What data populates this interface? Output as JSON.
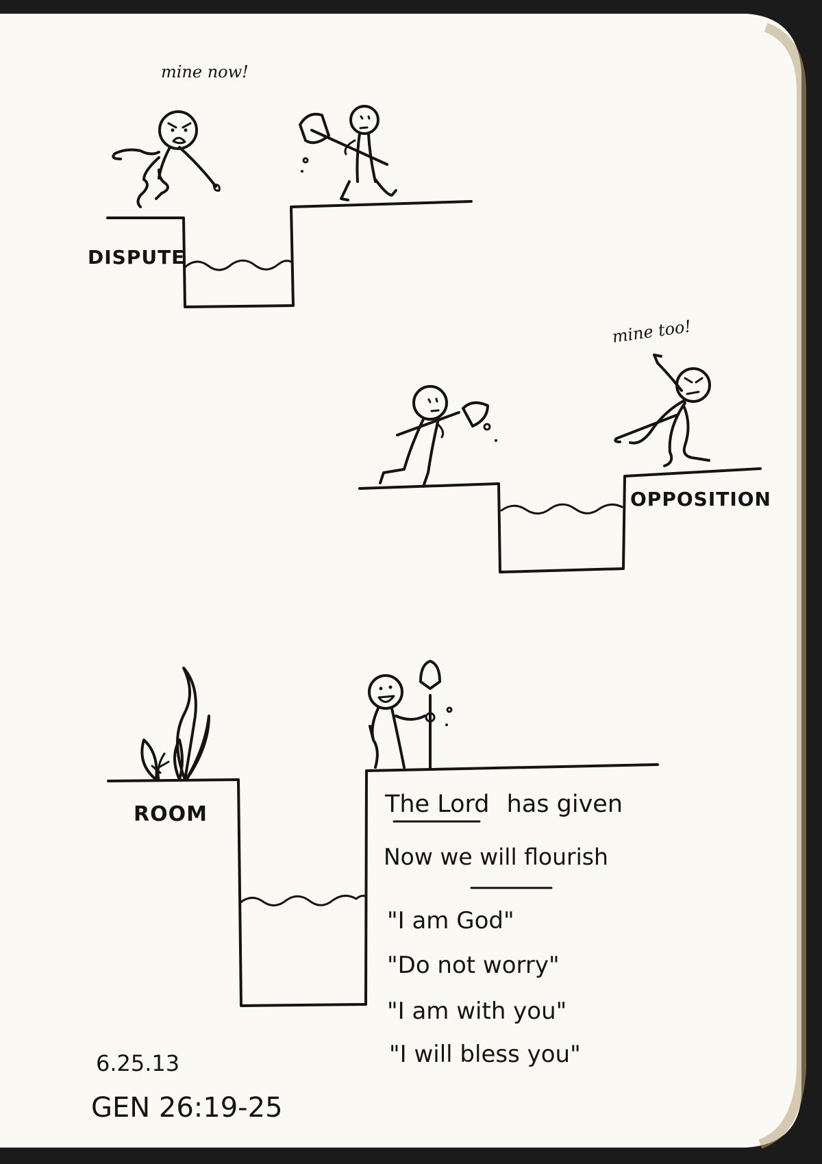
{
  "panels": {
    "dispute": {
      "speech": "mine now!",
      "label": "DISPUTE"
    },
    "opposition": {
      "speech": "mine too!",
      "label": "OPPOSITION"
    },
    "room": {
      "label": "ROOM"
    }
  },
  "notes": {
    "line1_part1": "The Lord",
    "line1_part2": "has given",
    "line2": "Now we will flourish",
    "quotes": [
      "\"I am God\"",
      "\"Do not worry\"",
      "\"I am with you\"",
      "\"I will bless you\""
    ]
  },
  "footer": {
    "date": "6.25.13",
    "reference": "GEN 26:19-25"
  }
}
